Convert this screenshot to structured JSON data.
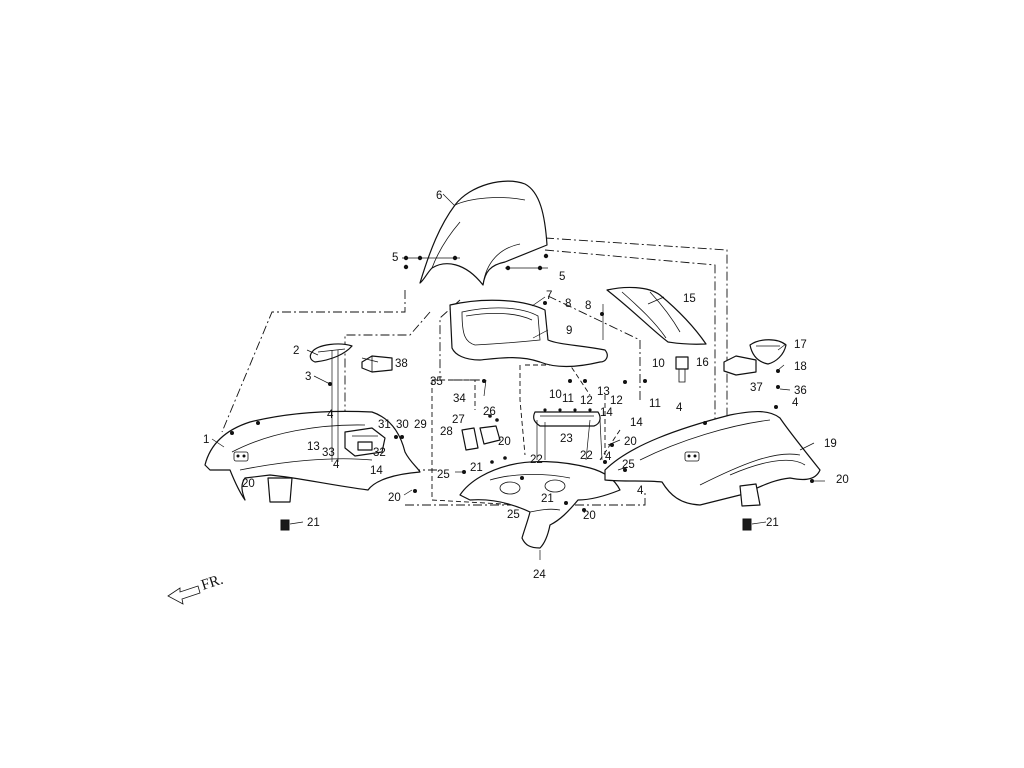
{
  "diagram": {
    "type": "exploded-parts-view",
    "direction_label": "FR.",
    "callouts": [
      {
        "id": "c1",
        "text": "1"
      },
      {
        "id": "c2",
        "text": "2"
      },
      {
        "id": "c3",
        "text": "3"
      },
      {
        "id": "c4a",
        "text": "4"
      },
      {
        "id": "c4b",
        "text": "4"
      },
      {
        "id": "c4c",
        "text": "4"
      },
      {
        "id": "c4d",
        "text": "4"
      },
      {
        "id": "c4e",
        "text": "4"
      },
      {
        "id": "c4f",
        "text": "4"
      },
      {
        "id": "c5a",
        "text": "5"
      },
      {
        "id": "c5b",
        "text": "5"
      },
      {
        "id": "c6",
        "text": "6"
      },
      {
        "id": "c7",
        "text": "7"
      },
      {
        "id": "c8a",
        "text": "8"
      },
      {
        "id": "c8b",
        "text": "8"
      },
      {
        "id": "c9",
        "text": "9"
      },
      {
        "id": "c10a",
        "text": "10"
      },
      {
        "id": "c10b",
        "text": "10"
      },
      {
        "id": "c11a",
        "text": "11"
      },
      {
        "id": "c11b",
        "text": "11"
      },
      {
        "id": "c12a",
        "text": "12"
      },
      {
        "id": "c12b",
        "text": "12"
      },
      {
        "id": "c13a",
        "text": "13"
      },
      {
        "id": "c13b",
        "text": "13"
      },
      {
        "id": "c14a",
        "text": "14"
      },
      {
        "id": "c14b",
        "text": "14"
      },
      {
        "id": "c14c",
        "text": "14"
      },
      {
        "id": "c15",
        "text": "15"
      },
      {
        "id": "c16",
        "text": "16"
      },
      {
        "id": "c17",
        "text": "17"
      },
      {
        "id": "c18",
        "text": "18"
      },
      {
        "id": "c19",
        "text": "19"
      },
      {
        "id": "c20a",
        "text": "20"
      },
      {
        "id": "c20b",
        "text": "20"
      },
      {
        "id": "c20c",
        "text": "20"
      },
      {
        "id": "c20d",
        "text": "20"
      },
      {
        "id": "c20e",
        "text": "20"
      },
      {
        "id": "c20f",
        "text": "20"
      },
      {
        "id": "c21a",
        "text": "21"
      },
      {
        "id": "c21b",
        "text": "21"
      },
      {
        "id": "c21c",
        "text": "21"
      },
      {
        "id": "c21d",
        "text": "21"
      },
      {
        "id": "c22a",
        "text": "22"
      },
      {
        "id": "c22b",
        "text": "22"
      },
      {
        "id": "c23",
        "text": "23"
      },
      {
        "id": "c24",
        "text": "24"
      },
      {
        "id": "c25a",
        "text": "25"
      },
      {
        "id": "c25b",
        "text": "25"
      },
      {
        "id": "c25c",
        "text": "25"
      },
      {
        "id": "c26",
        "text": "26"
      },
      {
        "id": "c27",
        "text": "27"
      },
      {
        "id": "c28",
        "text": "28"
      },
      {
        "id": "c29",
        "text": "29"
      },
      {
        "id": "c30",
        "text": "30"
      },
      {
        "id": "c31",
        "text": "31"
      },
      {
        "id": "c32",
        "text": "32"
      },
      {
        "id": "c33",
        "text": "33"
      },
      {
        "id": "c34",
        "text": "34"
      },
      {
        "id": "c35",
        "text": "35"
      },
      {
        "id": "c36",
        "text": "36"
      },
      {
        "id": "c37",
        "text": "37"
      },
      {
        "id": "c38",
        "text": "38"
      }
    ]
  }
}
